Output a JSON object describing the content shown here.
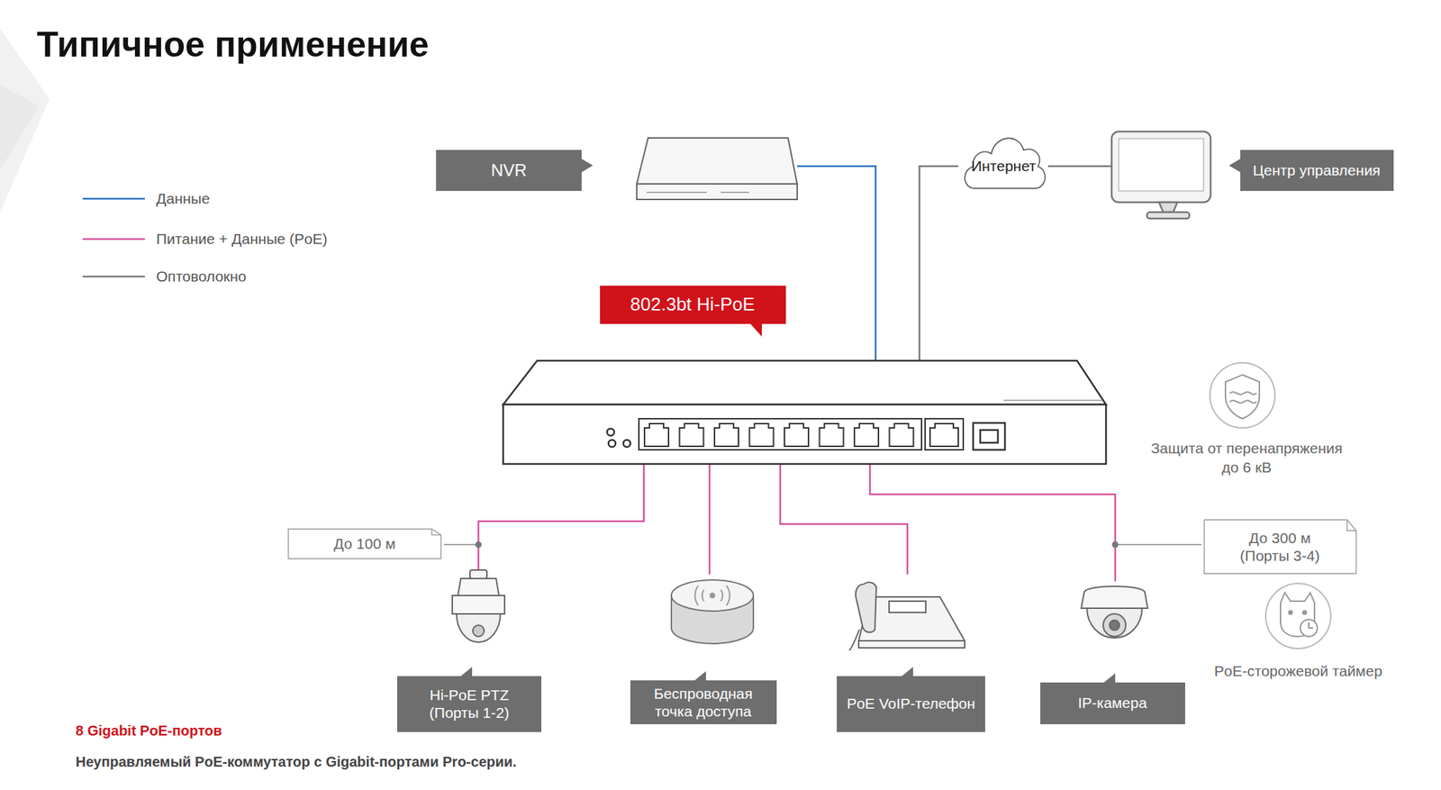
{
  "diagram": {
    "title": "Типичное применение",
    "nodes": [
      {
        "text": [
          "NVR"
        ]
      },
      {
        "text": [
          "Интернет"
        ]
      },
      {
        "text": [
          "Центр управления"
        ]
      },
      {
        "text": [
          "802.3bt Hi-PoE"
        ]
      },
      {
        "text": [
          "До 100 м"
        ]
      },
      {
        "text": [
          "До 300 м (Порты 3-4)"
        ]
      },
      {
        "text": [
          "Hi-PoE PTZ (Порты 1-2)"
        ]
      },
      {
        "text": [
          "Беспроводная точка доступа"
        ]
      },
      {
        "text": [
          "PoE VoIP-телефон"
        ]
      },
      {
        "text": [
          "IP-камера"
        ]
      }
    ],
    "labels": [
      "Защита от перенапряжения до 6 кВ",
      "PoE-сторожевой таймер",
      "8 Gigabit PoE-портов",
      "Неуправляемый PoE-коммутатор с Gigabit-портами Pro-серии."
    ],
    "legend": [
      {
        "text": "Данные"
      },
      {
        "text": "Питание + Данные (PoE)"
      },
      {
        "text": "Оптоволокно"
      }
    ]
  }
}
